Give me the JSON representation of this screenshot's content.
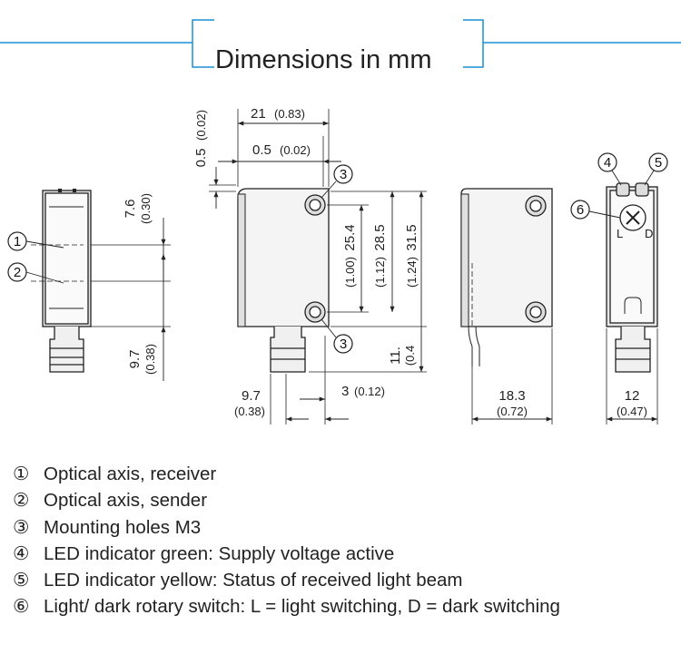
{
  "title": "Dimensions in mm",
  "callouts": [
    "①",
    "②",
    "③",
    "④",
    "⑤",
    "⑥"
  ],
  "callout_digits": [
    "1",
    "2",
    "3",
    "4",
    "5",
    "6"
  ],
  "front_view": {
    "dim_top_value": "7.6",
    "dim_top_inch": "(0.30)",
    "dim_bottom_value": "9.7",
    "dim_bottom_inch": "(0.38)"
  },
  "side_view": {
    "width_value": "21",
    "width_inch": "(0.83)",
    "offset_value": "0.5",
    "offset_inch": "(0.02)",
    "vert_offset_value": "0.5",
    "vert_offset_inch": "(0.02)",
    "hole_spacing_value": "25.4",
    "hole_spacing_inch": "(1.00)",
    "height_value": "28.5",
    "height_inch": "(1.12)",
    "total_height_value": "31.5",
    "total_height_inch": "(1.24)",
    "connector_value": "11.",
    "connector_inch": "(0.4",
    "bottom_left_value": "9.7",
    "bottom_left_inch": "(0.38)",
    "bottom_right_value": "3",
    "bottom_right_inch": "(0.12)"
  },
  "rear_view": {
    "width_value": "18.3",
    "width_inch": "(0.72)"
  },
  "end_view": {
    "width_value": "12",
    "width_inch": "(0.47)",
    "switch_left": "L",
    "switch_right": "D"
  },
  "legend": [
    {
      "num": "①",
      "text": "Optical axis, receiver"
    },
    {
      "num": "②",
      "text": "Optical axis, sender"
    },
    {
      "num": "③",
      "text": "Mounting holes M3"
    },
    {
      "num": "④",
      "text": "LED indicator green: Supply voltage active"
    },
    {
      "num": "⑤",
      "text": "LED indicator yellow: Status of received light beam"
    },
    {
      "num": "⑥",
      "text": "Light/ dark rotary switch: L = light switching, D = dark switching"
    }
  ],
  "colors": {
    "accent": "#1a8fd6",
    "line": "#222222",
    "body_shade": "#e6e6e6"
  }
}
